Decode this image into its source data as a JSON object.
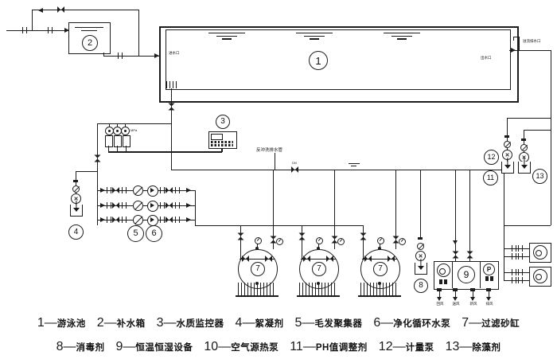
{
  "diagram": {
    "circles": {
      "c1": "1",
      "c2": "2",
      "c3": "3",
      "c4": "4",
      "c5": "5",
      "c6": "6",
      "c7": "7",
      "c8": "8",
      "c9": "9",
      "c11": "11",
      "c12": "12",
      "c13": "13"
    },
    "labels": {
      "pool_inlet": "进水口",
      "pool_outlet": "出水口",
      "overflow": "溢流排水口",
      "backwash": "反冲洗排水管",
      "valve_dn": "DN",
      "sensor_unit": "MPa",
      "pump_p": "P",
      "port1": "回风",
      "port2": "送风",
      "port3": "新风",
      "port4": "排风"
    }
  },
  "legend": {
    "dash": "—",
    "items": [
      {
        "num": "1",
        "label": "游泳池"
      },
      {
        "num": "2",
        "label": "补水箱"
      },
      {
        "num": "3",
        "label": "水质监控器"
      },
      {
        "num": "4",
        "label": "絮凝剂"
      },
      {
        "num": "5",
        "label": "毛发聚集器"
      },
      {
        "num": "6",
        "label": "净化循环水泵"
      },
      {
        "num": "7",
        "label": "过滤砂缸"
      },
      {
        "num": "8",
        "label": "消毒剂"
      },
      {
        "num": "9",
        "label": "恒温恒湿设备"
      },
      {
        "num": "10",
        "label": "空气源热泵"
      },
      {
        "num": "11",
        "label": "PH值调整剂"
      },
      {
        "num": "12",
        "label": "计量泵"
      },
      {
        "num": "13",
        "label": "除藻剂"
      }
    ]
  },
  "colors": {
    "line": "#1c1c1c",
    "background": "#ffffff"
  }
}
